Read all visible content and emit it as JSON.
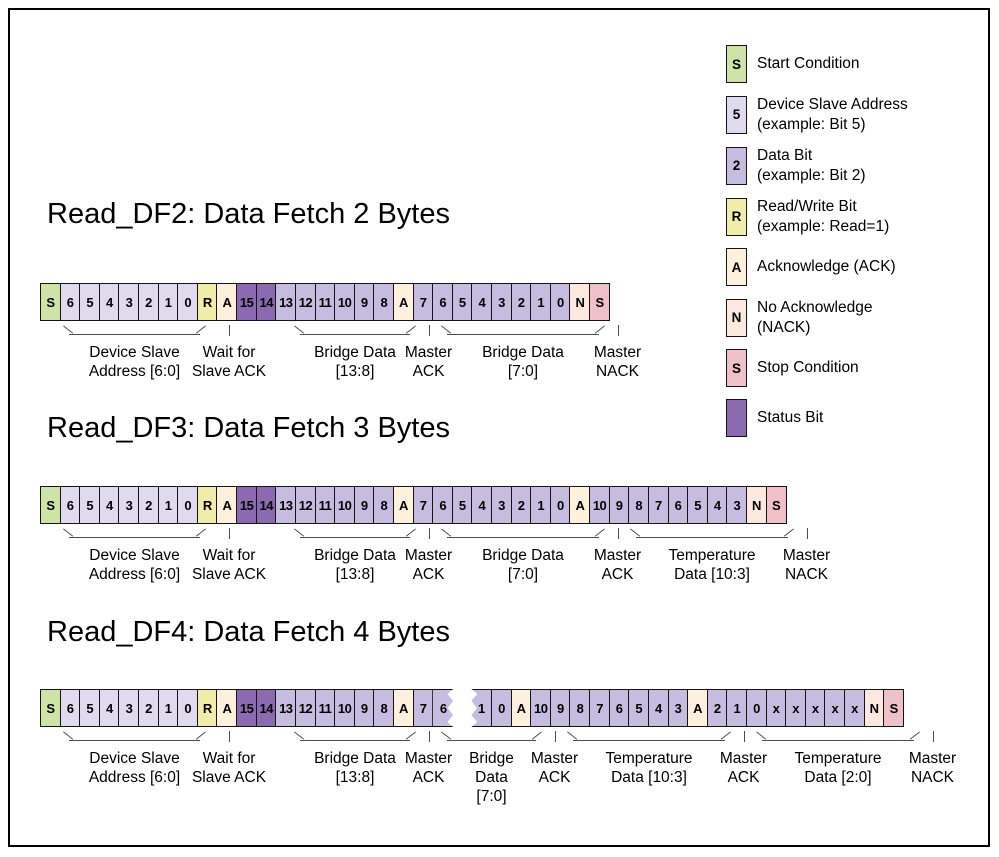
{
  "colors": {
    "start": "#cde3a8",
    "addr": "#dfdaee",
    "data": "#c6bce0",
    "rw": "#f0eca9",
    "ack": "#fdf0dc",
    "nack": "#fbe9df",
    "stop": "#f0c0c8",
    "status": "#8c6ab2"
  },
  "legend": {
    "items": [
      {
        "key": "S",
        "c": "start",
        "lines": [
          "Start Condition"
        ]
      },
      {
        "key": "5",
        "c": "addr",
        "lines": [
          "Device Slave Address",
          "(example: Bit 5)"
        ]
      },
      {
        "key": "2",
        "c": "data",
        "lines": [
          "Data Bit",
          "(example: Bit 2)"
        ]
      },
      {
        "key": "R",
        "c": "rw",
        "lines": [
          "Read/Write Bit",
          "(example: Read=1)"
        ]
      },
      {
        "key": "A",
        "c": "ack",
        "lines": [
          "Acknowledge (ACK)"
        ]
      },
      {
        "key": "N",
        "c": "nack",
        "lines": [
          "No Acknowledge",
          "(NACK)"
        ]
      },
      {
        "key": "S",
        "c": "stop",
        "lines": [
          "Stop Condition"
        ]
      },
      {
        "key": "",
        "c": "status",
        "lines": [
          "Status Bit"
        ]
      }
    ]
  },
  "rows": [
    {
      "title": "Read_DF2: Data Fetch 2 Bytes",
      "cells": [
        {
          "t": "S",
          "c": "start"
        },
        {
          "t": "6",
          "c": "addr"
        },
        {
          "t": "5",
          "c": "addr"
        },
        {
          "t": "4",
          "c": "addr"
        },
        {
          "t": "3",
          "c": "addr"
        },
        {
          "t": "2",
          "c": "addr"
        },
        {
          "t": "1",
          "c": "addr"
        },
        {
          "t": "0",
          "c": "addr"
        },
        {
          "t": "R",
          "c": "rw"
        },
        {
          "t": "A",
          "c": "ack"
        },
        {
          "t": "15",
          "c": "status"
        },
        {
          "t": "14",
          "c": "status"
        },
        {
          "t": "13",
          "c": "data"
        },
        {
          "t": "12",
          "c": "data"
        },
        {
          "t": "11",
          "c": "data"
        },
        {
          "t": "10",
          "c": "data"
        },
        {
          "t": "9",
          "c": "data"
        },
        {
          "t": "8",
          "c": "data"
        },
        {
          "t": "A",
          "c": "ack"
        },
        {
          "t": "7",
          "c": "data"
        },
        {
          "t": "6",
          "c": "data"
        },
        {
          "t": "5",
          "c": "data"
        },
        {
          "t": "4",
          "c": "data"
        },
        {
          "t": "3",
          "c": "data"
        },
        {
          "t": "2",
          "c": "data"
        },
        {
          "t": "1",
          "c": "data"
        },
        {
          "t": "0",
          "c": "data"
        },
        {
          "t": "N",
          "c": "nack"
        },
        {
          "t": "S",
          "c": "stop"
        }
      ],
      "anns": [
        {
          "kind": "brace",
          "start": 1,
          "span": 7,
          "lines": [
            "Device Slave",
            "Address [6:0]"
          ]
        },
        {
          "kind": "tick",
          "start": 8,
          "span": 2,
          "lines": [
            "Wait for",
            "Slave ACK"
          ]
        },
        {
          "kind": "brace",
          "start": 12,
          "span": 6,
          "lines": [
            "Bridge Data",
            "[13:8]"
          ]
        },
        {
          "kind": "tick",
          "start": 18,
          "span": 1,
          "lines": [
            "Master",
            "ACK"
          ]
        },
        {
          "kind": "brace",
          "start": 19,
          "span": 8,
          "lines": [
            "Bridge Data",
            "[7:0]"
          ]
        },
        {
          "kind": "tick",
          "start": 27,
          "span": 1,
          "lines": [
            "Master",
            "NACK"
          ]
        }
      ]
    },
    {
      "title": "Read_DF3: Data Fetch 3 Bytes",
      "cells": [
        {
          "t": "S",
          "c": "start"
        },
        {
          "t": "6",
          "c": "addr"
        },
        {
          "t": "5",
          "c": "addr"
        },
        {
          "t": "4",
          "c": "addr"
        },
        {
          "t": "3",
          "c": "addr"
        },
        {
          "t": "2",
          "c": "addr"
        },
        {
          "t": "1",
          "c": "addr"
        },
        {
          "t": "0",
          "c": "addr"
        },
        {
          "t": "R",
          "c": "rw"
        },
        {
          "t": "A",
          "c": "ack"
        },
        {
          "t": "15",
          "c": "status"
        },
        {
          "t": "14",
          "c": "status"
        },
        {
          "t": "13",
          "c": "data"
        },
        {
          "t": "12",
          "c": "data"
        },
        {
          "t": "11",
          "c": "data"
        },
        {
          "t": "10",
          "c": "data"
        },
        {
          "t": "9",
          "c": "data"
        },
        {
          "t": "8",
          "c": "data"
        },
        {
          "t": "A",
          "c": "ack"
        },
        {
          "t": "7",
          "c": "data"
        },
        {
          "t": "6",
          "c": "data"
        },
        {
          "t": "5",
          "c": "data"
        },
        {
          "t": "4",
          "c": "data"
        },
        {
          "t": "3",
          "c": "data"
        },
        {
          "t": "2",
          "c": "data"
        },
        {
          "t": "1",
          "c": "data"
        },
        {
          "t": "0",
          "c": "data"
        },
        {
          "t": "A",
          "c": "ack"
        },
        {
          "t": "10",
          "c": "data"
        },
        {
          "t": "9",
          "c": "data"
        },
        {
          "t": "8",
          "c": "data"
        },
        {
          "t": "7",
          "c": "data"
        },
        {
          "t": "6",
          "c": "data"
        },
        {
          "t": "5",
          "c": "data"
        },
        {
          "t": "4",
          "c": "data"
        },
        {
          "t": "3",
          "c": "data"
        },
        {
          "t": "N",
          "c": "nack"
        },
        {
          "t": "S",
          "c": "stop"
        }
      ],
      "anns": [
        {
          "kind": "brace",
          "start": 1,
          "span": 7,
          "lines": [
            "Device Slave",
            "Address [6:0]"
          ]
        },
        {
          "kind": "tick",
          "start": 8,
          "span": 2,
          "lines": [
            "Wait for",
            "Slave ACK"
          ]
        },
        {
          "kind": "brace",
          "start": 12,
          "span": 6,
          "lines": [
            "Bridge Data",
            "[13:8]"
          ]
        },
        {
          "kind": "tick",
          "start": 18,
          "span": 1,
          "lines": [
            "Master",
            "ACK"
          ]
        },
        {
          "kind": "brace",
          "start": 19,
          "span": 8,
          "lines": [
            "Bridge Data",
            "[7:0]"
          ]
        },
        {
          "kind": "tick",
          "start": 27,
          "span": 1,
          "lines": [
            "Master",
            "ACK"
          ]
        },
        {
          "kind": "brace",
          "start": 28,
          "span": 8,
          "lines": [
            "Temperature",
            "Data [10:3]"
          ]
        },
        {
          "kind": "tick",
          "start": 36,
          "span": 1,
          "lines": [
            "Master",
            "NACK"
          ]
        }
      ]
    },
    {
      "title": "Read_DF4: Data Fetch 4 Bytes",
      "cells": [
        {
          "t": "S",
          "c": "start"
        },
        {
          "t": "6",
          "c": "addr"
        },
        {
          "t": "5",
          "c": "addr"
        },
        {
          "t": "4",
          "c": "addr"
        },
        {
          "t": "3",
          "c": "addr"
        },
        {
          "t": "2",
          "c": "addr"
        },
        {
          "t": "1",
          "c": "addr"
        },
        {
          "t": "0",
          "c": "addr"
        },
        {
          "t": "R",
          "c": "rw"
        },
        {
          "t": "A",
          "c": "ack"
        },
        {
          "t": "15",
          "c": "status"
        },
        {
          "t": "14",
          "c": "status"
        },
        {
          "t": "13",
          "c": "data"
        },
        {
          "t": "12",
          "c": "data"
        },
        {
          "t": "11",
          "c": "data"
        },
        {
          "t": "10",
          "c": "data"
        },
        {
          "t": "9",
          "c": "data"
        },
        {
          "t": "8",
          "c": "data"
        },
        {
          "t": "A",
          "c": "ack"
        },
        {
          "t": "7",
          "c": "data"
        },
        {
          "t": "6",
          "c": "data tearR"
        },
        {
          "t": "",
          "c": "gap"
        },
        {
          "t": "1",
          "c": "data tearL"
        },
        {
          "t": "0",
          "c": "data"
        },
        {
          "t": "A",
          "c": "ack"
        },
        {
          "t": "10",
          "c": "data"
        },
        {
          "t": "9",
          "c": "data"
        },
        {
          "t": "8",
          "c": "data"
        },
        {
          "t": "7",
          "c": "data"
        },
        {
          "t": "6",
          "c": "data"
        },
        {
          "t": "5",
          "c": "data"
        },
        {
          "t": "4",
          "c": "data"
        },
        {
          "t": "3",
          "c": "data"
        },
        {
          "t": "A",
          "c": "ack"
        },
        {
          "t": "2",
          "c": "data"
        },
        {
          "t": "1",
          "c": "data"
        },
        {
          "t": "0",
          "c": "data"
        },
        {
          "t": "x",
          "c": "data"
        },
        {
          "t": "x",
          "c": "data"
        },
        {
          "t": "x",
          "c": "data"
        },
        {
          "t": "x",
          "c": "data"
        },
        {
          "t": "x",
          "c": "data"
        },
        {
          "t": "N",
          "c": "nack"
        },
        {
          "t": "S",
          "c": "stop"
        }
      ],
      "anns": [
        {
          "kind": "brace",
          "start": 1,
          "span": 7,
          "lines": [
            "Device Slave",
            "Address [6:0]"
          ]
        },
        {
          "kind": "tick",
          "start": 8,
          "span": 2,
          "lines": [
            "Wait for",
            "Slave ACK"
          ]
        },
        {
          "kind": "brace",
          "start": 12,
          "span": 6,
          "lines": [
            "Bridge Data",
            "[13:8]"
          ]
        },
        {
          "kind": "tick",
          "start": 18,
          "span": 1,
          "lines": [
            "Master",
            "ACK"
          ]
        },
        {
          "kind": "brace",
          "start": 19,
          "span": 5,
          "lines": [
            "Bridge",
            "Data",
            "[7:0]"
          ]
        },
        {
          "kind": "tick",
          "start": 24,
          "span": 1,
          "lines": [
            "Master",
            "ACK"
          ]
        },
        {
          "kind": "brace",
          "start": 25,
          "span": 8,
          "lines": [
            "Temperature",
            "Data [10:3]"
          ]
        },
        {
          "kind": "tick",
          "start": 33,
          "span": 1,
          "lines": [
            "Master",
            "ACK"
          ]
        },
        {
          "kind": "brace",
          "start": 34,
          "span": 8,
          "lines": [
            "Temperature",
            "Data [2:0]"
          ]
        },
        {
          "kind": "tick",
          "start": 42,
          "span": 1,
          "lines": [
            "Master",
            "NACK"
          ]
        }
      ]
    }
  ]
}
